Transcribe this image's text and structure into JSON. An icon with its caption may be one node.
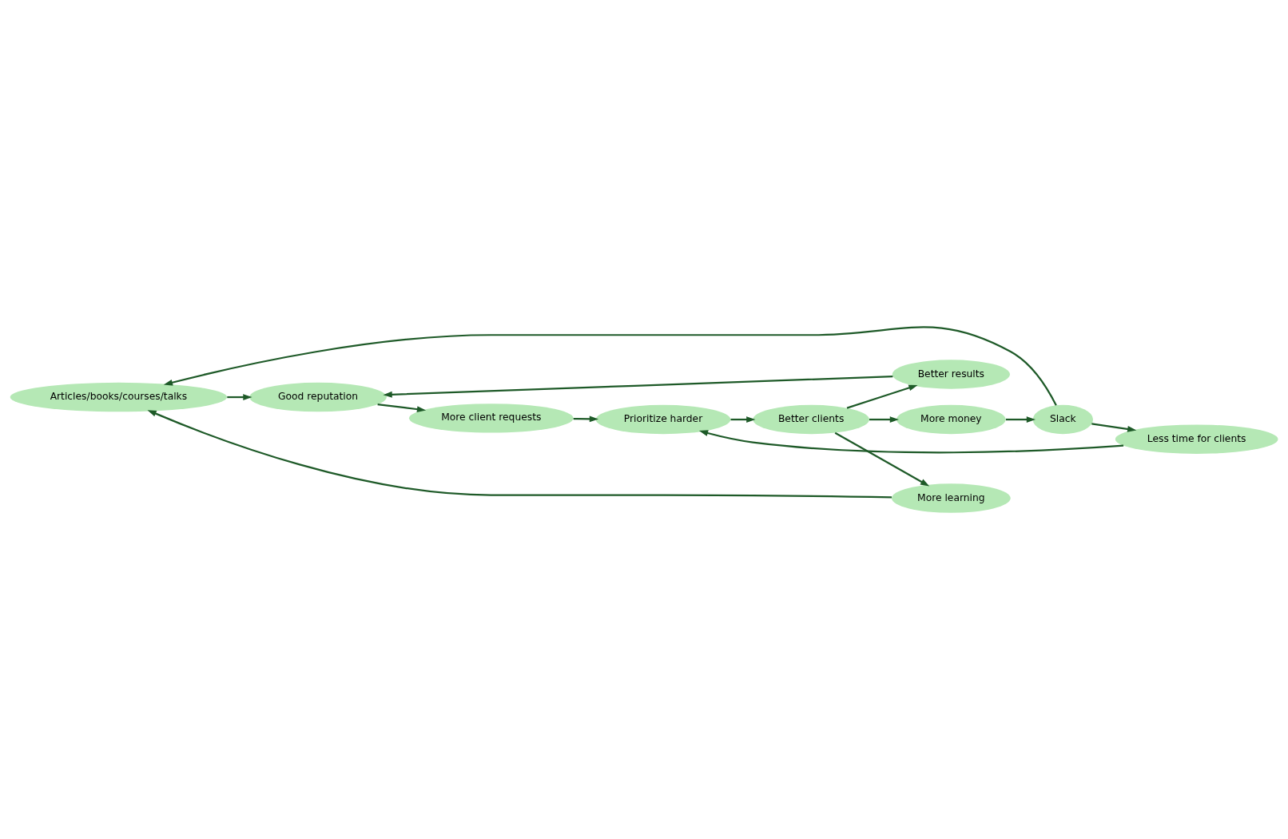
{
  "diagram": {
    "nodes": [
      {
        "text": [
          "Articles/books/courses/talks"
        ]
      },
      {
        "text": [
          "Slack"
        ]
      },
      {
        "text": [
          "More money"
        ]
      },
      {
        "text": [
          "More learning"
        ]
      },
      {
        "text": [
          "Less time for clients"
        ]
      },
      {
        "text": [
          "Better clients"
        ]
      },
      {
        "text": [
          "Good reputation"
        ]
      },
      {
        "text": [
          "Prioritize harder"
        ]
      },
      {
        "text": [
          "Better results"
        ]
      },
      {
        "text": [
          "More client requests"
        ]
      }
    ],
    "edges": [
      {
        "from": 1,
        "to": 0,
        "arrow": "to"
      },
      {
        "from": 2,
        "to": 1,
        "arrow": "to"
      },
      {
        "from": 1,
        "to": 4,
        "arrow": "to"
      },
      {
        "from": 4,
        "to": 7,
        "arrow": "to"
      },
      {
        "from": 7,
        "to": 5,
        "arrow": "to"
      },
      {
        "from": 5,
        "to": 2,
        "arrow": "to"
      },
      {
        "from": 5,
        "to": 3,
        "arrow": "to"
      },
      {
        "from": 3,
        "to": 0,
        "arrow": "to"
      },
      {
        "from": 0,
        "to": 6,
        "arrow": "to"
      },
      {
        "from": 5,
        "to": 8,
        "arrow": "to"
      },
      {
        "from": 8,
        "to": 6,
        "arrow": "to"
      },
      {
        "from": 6,
        "to": 9,
        "arrow": "to"
      },
      {
        "from": 9,
        "to": 7,
        "arrow": "to"
      }
    ]
  }
}
